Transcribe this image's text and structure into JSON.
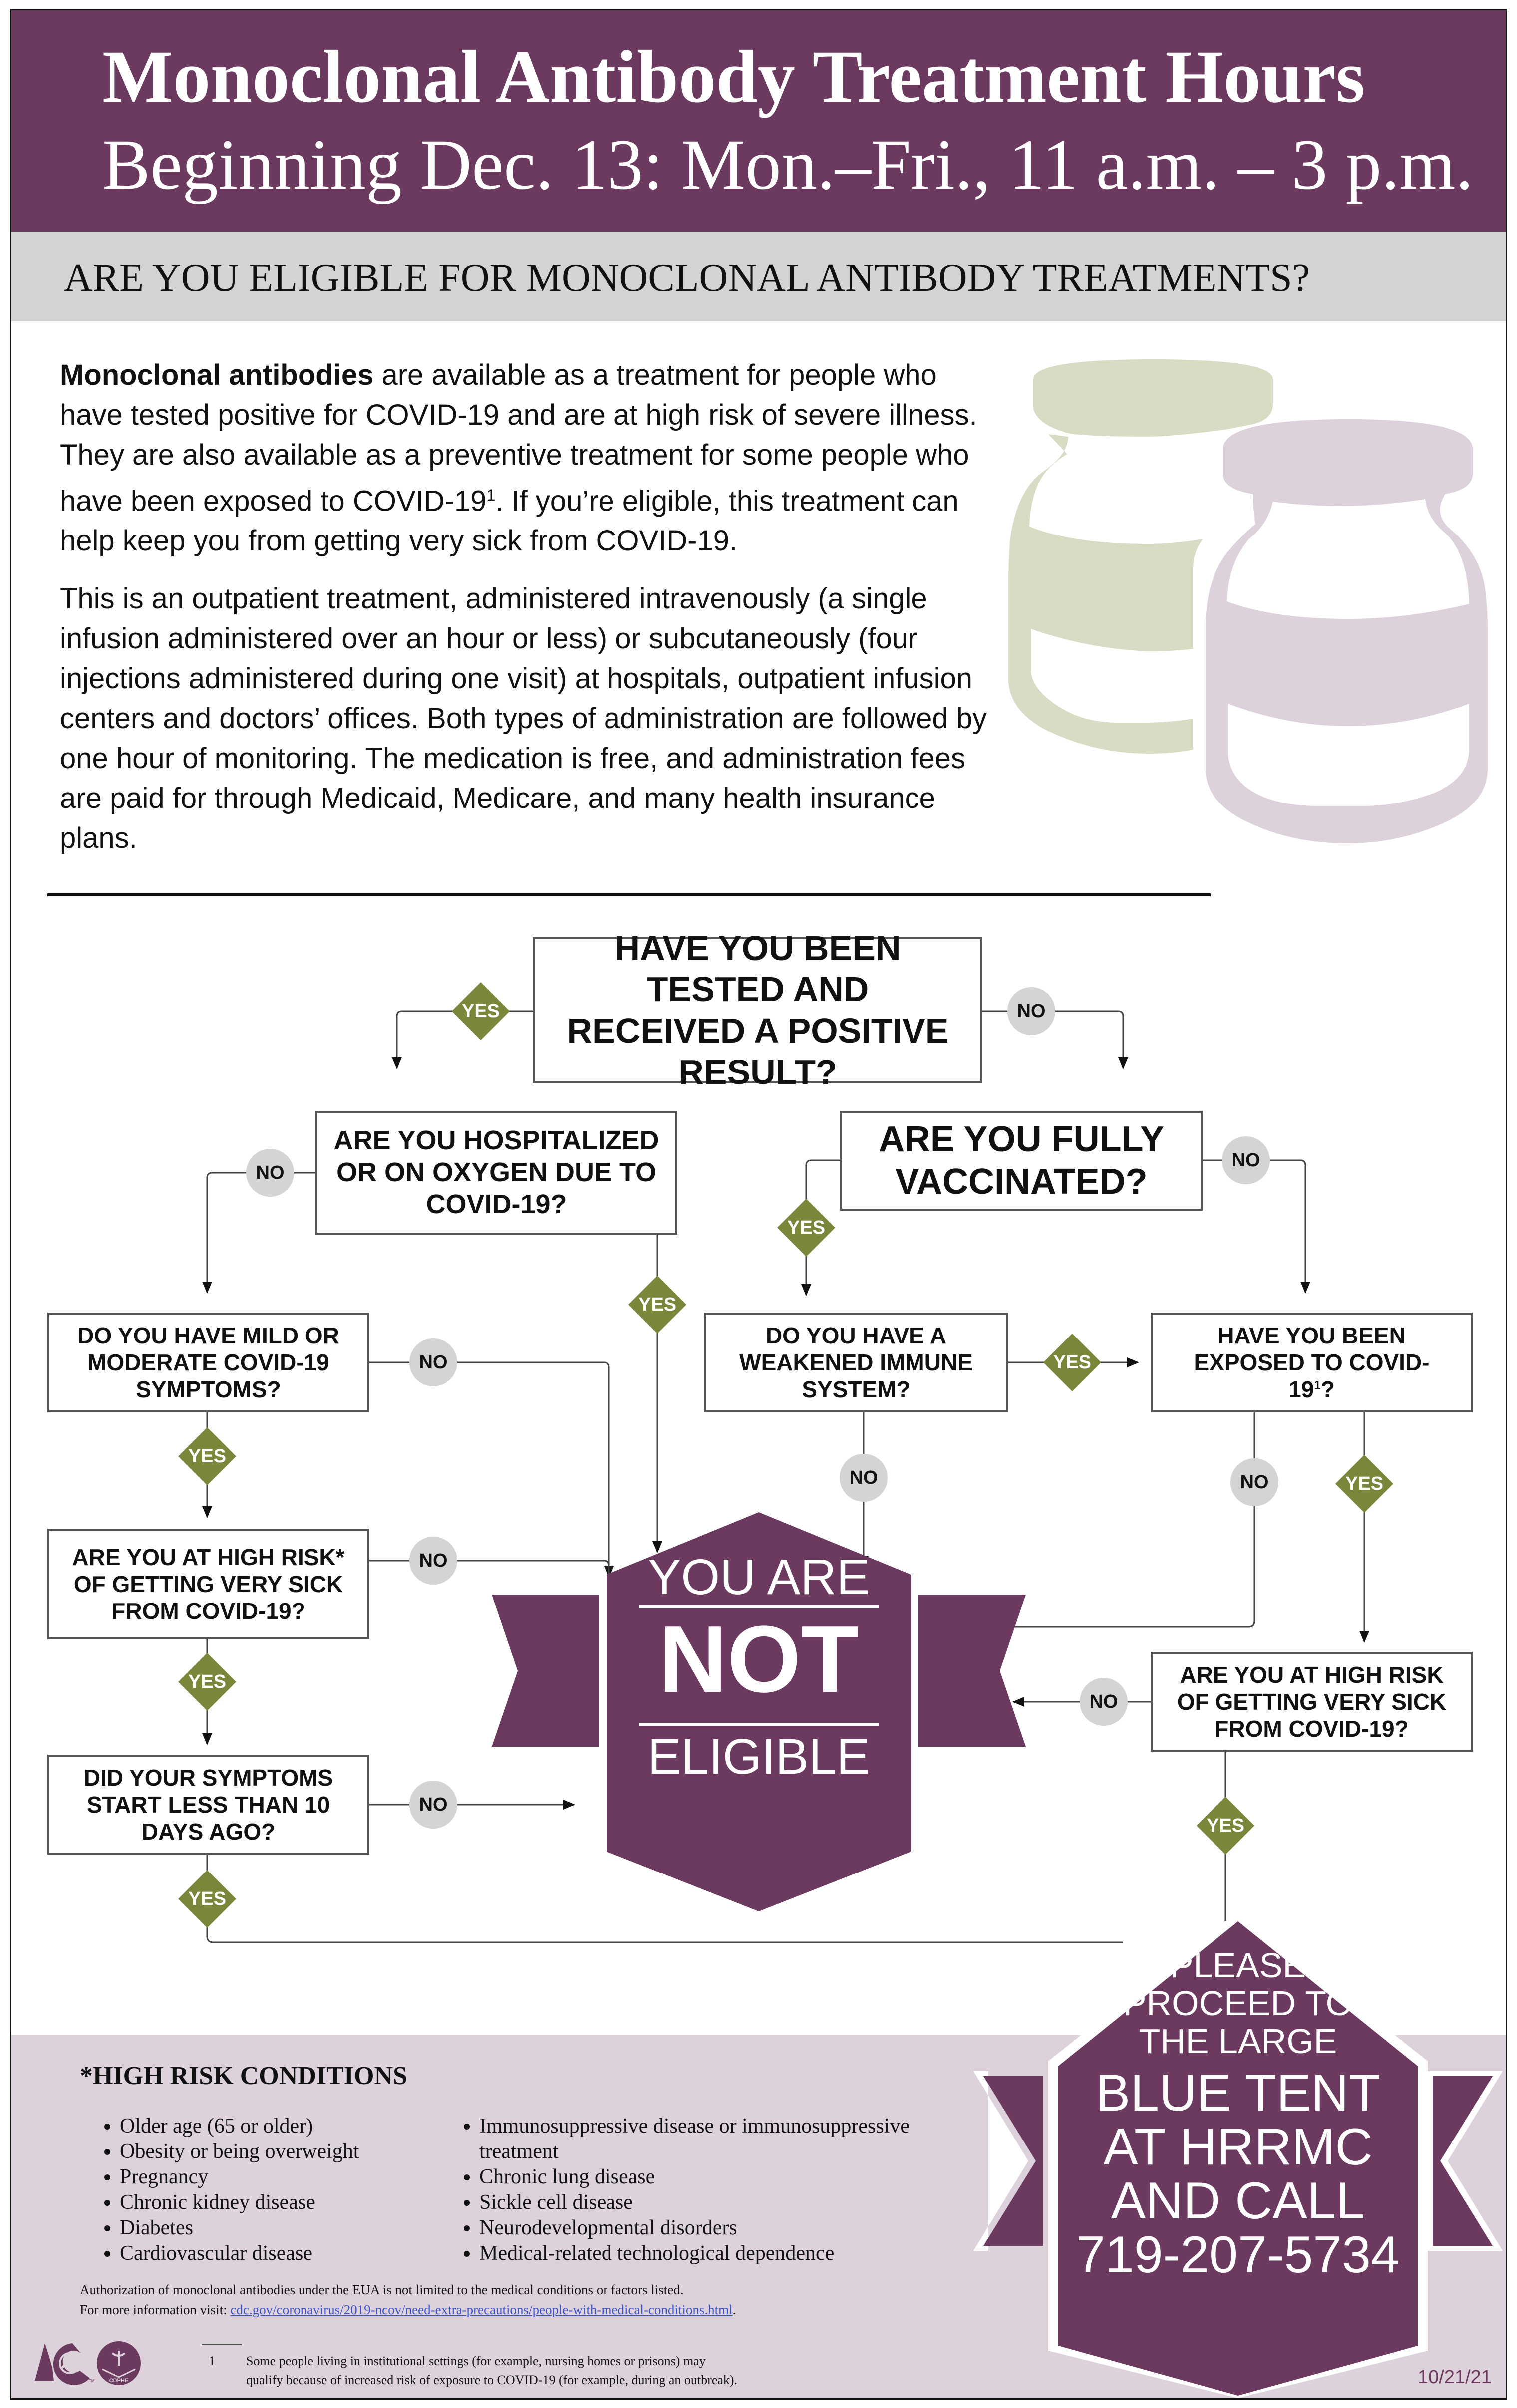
{
  "header": {
    "title": "Monoclonal Antibody Treatment Hours",
    "hours": "Beginning Dec. 13: Mon.–Fri., 11 a.m. – 3 p.m."
  },
  "subheader": "ARE YOU ELIGIBLE FOR MONOCLONAL ANTIBODY TREATMENTS?",
  "intro": {
    "p1_bold": "Monoclonal antibodies",
    "p1_a": " are available as a treatment for people who have tested positive for COVID-19 and are at high risk of severe illness. They are also available as a preventive treatment for some people who have been exposed to COVID-19",
    "p1_sup": "1",
    "p1_b": ". If you’re eligible, this treatment can help keep you from getting very sick from COVID-19.",
    "p2": "This is an outpatient treatment, administered intravenously (a single infusion administered over an hour or less) or subcutaneously (four injections administered during one visit) at hospitals, outpatient infusion centers and doctors’ offices. Both types of administration are followed by one hour of monitoring. The medication is free, and administration fees are paid for through Medicaid, Medicare, and many health insurance plans."
  },
  "flowchart": {
    "q_tested": "HAVE YOU BEEN TESTED AND RECEIVED A POSITIVE RESULT?",
    "q_hospitalized": "ARE YOU HOSPITALIZED OR ON OXYGEN DUE TO COVID-19?",
    "q_vaccinated": "ARE YOU FULLY VACCINATED?",
    "q_mild": "DO YOU HAVE MILD OR MODERATE COVID-19 SYMPTOMS?",
    "q_weakened": "DO YOU HAVE A WEAKENED IMMUNE SYSTEM?",
    "q_exposed": "HAVE YOU BEEN EXPOSED TO COVID-19",
    "q_exposed_sup": "1",
    "q_exposed_end": "?",
    "q_highrisk_left": "ARE YOU AT HIGH RISK* OF GETTING VERY SICK FROM COVID-19?",
    "q_highrisk_right": "ARE YOU AT HIGH RISK OF GETTING VERY SICK FROM COVID-19?",
    "q_symptoms": "DID YOUR SYMPTOMS START LESS THAN 10 DAYS AGO?",
    "yes_label": "YES",
    "no_label": "NO",
    "not_eligible": {
      "line1": "YOU ARE",
      "line2": "NOT",
      "line3": "ELIGIBLE"
    },
    "proceed": {
      "line1": "PLEASE",
      "line2": "PROCEED TO",
      "line3": "THE LARGE",
      "line4": "BLUE TENT",
      "line5": "AT HRRMC",
      "line6": "AND CALL",
      "phone": "719-207-5734"
    }
  },
  "high_risk": {
    "title": "*HIGH RISK CONDITIONS",
    "col1": [
      "Older age (65 or older)",
      "Obesity or being overweight",
      "Pregnancy",
      "Chronic kidney disease",
      "Diabetes",
      "Cardiovascular disease"
    ],
    "col2": [
      "Immunosuppressive disease or immunosuppressive treatment",
      "Chronic lung disease",
      "Sickle cell disease",
      "Neurodevelopmental disorders",
      "Medical-related technological dependence"
    ]
  },
  "notes": {
    "eua": "Authorization of monoclonal antibodies under the EUA is not limited to the medical conditions or factors listed.",
    "more_info": "For more information visit: ",
    "link": "cdc.gov/coronavirus/2019-ncov/need-extra-precautions/people-with-medical-conditions.html",
    "link_end": "."
  },
  "footnote": {
    "number": "1",
    "text_line1": "Some people living in institutional settings (for example, nursing homes or prisons) may",
    "text_line2": "qualify because of increased risk of exposure to COVID-19 (for example, during an outbreak)."
  },
  "logos": {
    "colorado": "colorado-c-logo",
    "cdphe": "CDPHE",
    "tm": "TM"
  },
  "date": "10/21/21",
  "colors": {
    "purple": "#6b3a5e",
    "olive": "#7a863a",
    "grey": "#d3d3d3",
    "lavender": "#ddd2dc"
  }
}
